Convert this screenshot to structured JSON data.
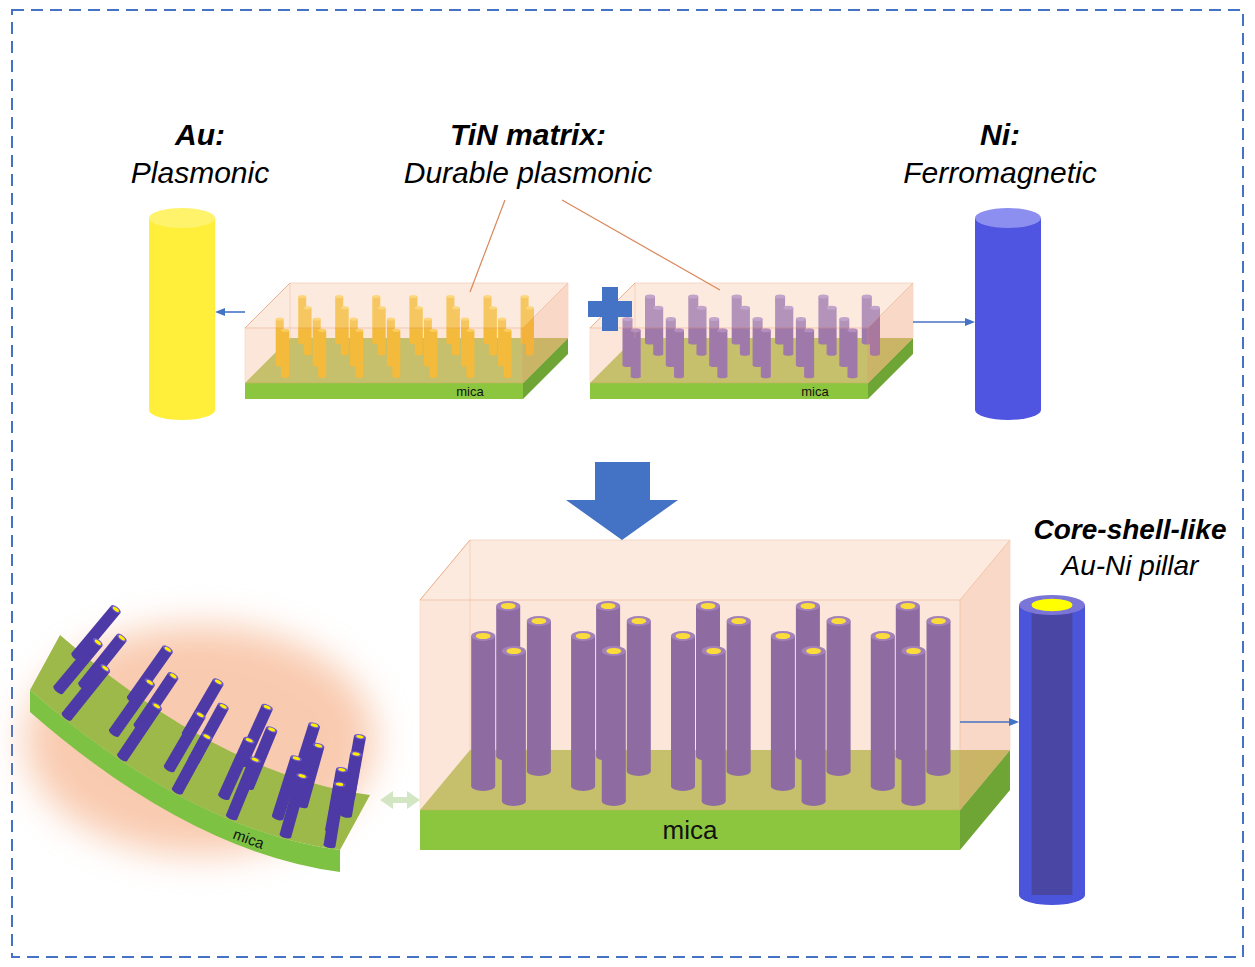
{
  "diagram": {
    "nodes": [
      {
        "text": [
          "Au:",
          "Plasmonic"
        ]
      },
      {
        "text": [
          "mica"
        ]
      },
      {
        "text": [
          "mica"
        ]
      },
      {
        "text": [
          "Ni:",
          "Ferromagnetic"
        ]
      },
      {
        "text": [
          "mica"
        ]
      },
      {
        "text": [
          "mica"
        ]
      },
      {
        "text": [
          "Core-shell-like",
          "Au-Ni pillar"
        ]
      }
    ],
    "edges": [
      {
        "from": 1,
        "to": 0,
        "arrow": "to"
      },
      {
        "from": 2,
        "to": 3,
        "arrow": "to"
      },
      {
        "from": 4,
        "to": 5,
        "arrow": "both"
      },
      {
        "from": 5,
        "to": 6,
        "arrow": "to"
      }
    ],
    "labels": [
      "TiN matrix:",
      "Durable plasmonic"
    ]
  }
}
